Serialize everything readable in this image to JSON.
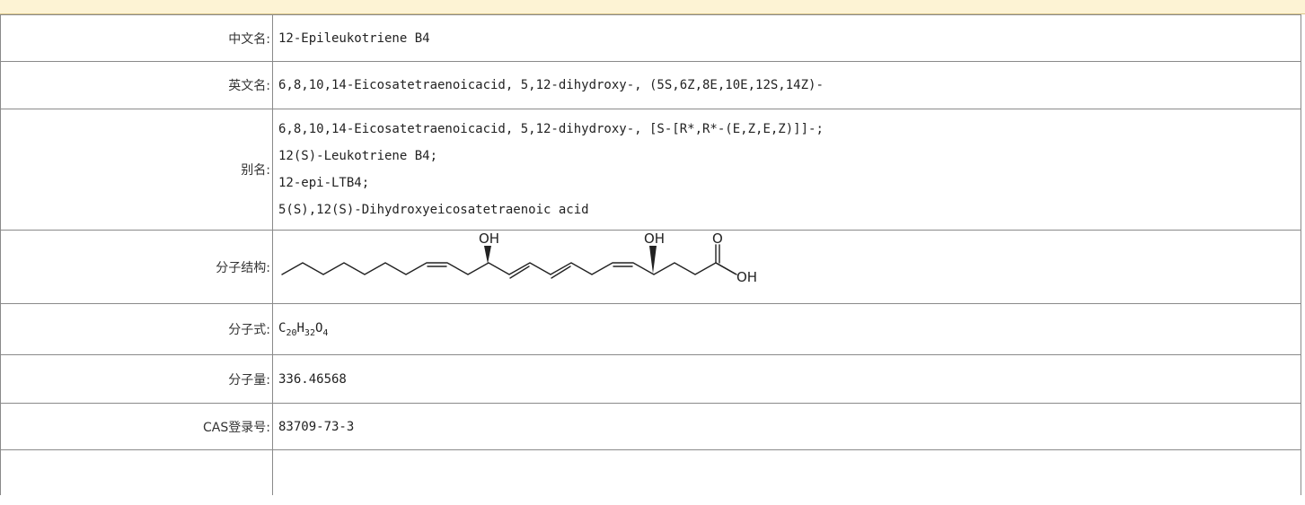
{
  "rows": {
    "chinese_name": {
      "label": "中文名:",
      "value": "12-Epileukotriene B4"
    },
    "english_name": {
      "label": "英文名:",
      "value": "6,8,10,14-Eicosatetraenoicacid, 5,12-dihydroxy-, (5S,6Z,8E,10E,12S,14Z)-"
    },
    "aliases": {
      "label": "别名:",
      "values": [
        "6,8,10,14-Eicosatetraenoicacid, 5,12-dihydroxy-, [S-[R*,R*-(E,Z,E,Z)]]-;",
        "12(S)-Leukotriene B4;",
        "12-epi-LTB4;",
        "5(S),12(S)-Dihydroxyeicosatetraenoic acid"
      ]
    },
    "structure": {
      "label": "分子结构:",
      "oh_left": "OH",
      "oh_mid": "OH",
      "o_acid": "O",
      "oh_acid": "OH"
    },
    "formula": {
      "label": "分子式:",
      "c": "C",
      "c_n": "20",
      "h": "H",
      "h_n": "32",
      "o": "O",
      "o_n": "4"
    },
    "weight": {
      "label": "分子量:",
      "value": "336.46568"
    },
    "cas": {
      "label": "CAS登录号:",
      "value": "83709-73-3"
    }
  }
}
